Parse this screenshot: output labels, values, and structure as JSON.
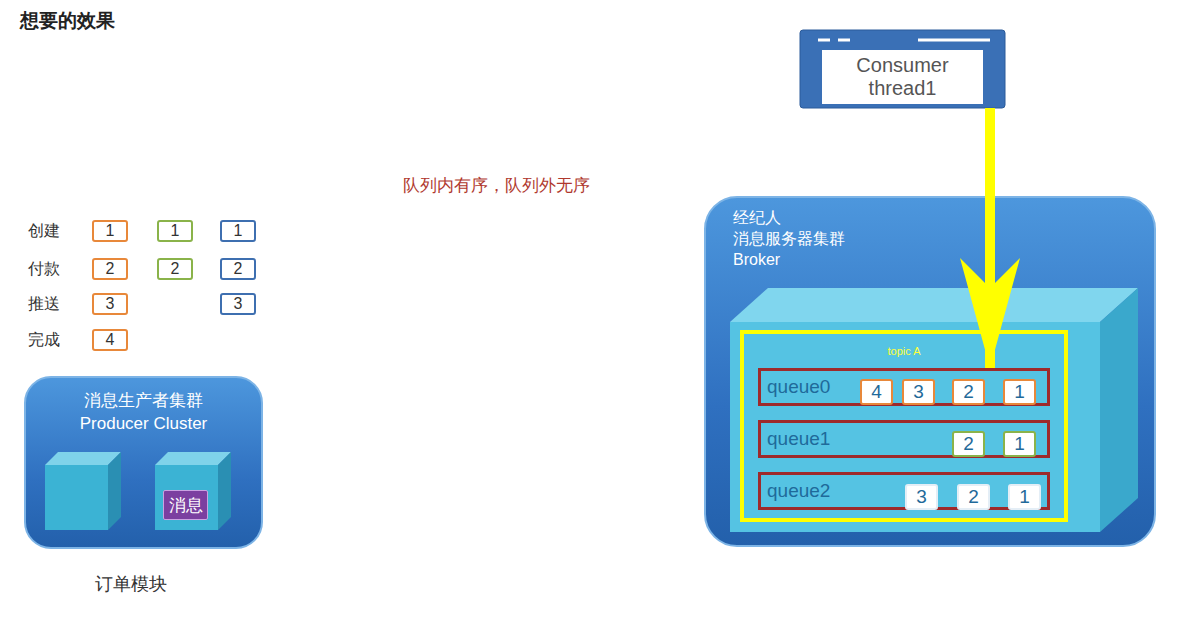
{
  "diagram": {
    "title": "想要的效果",
    "nodes": [
      {
        "text": [
          "1"
        ]
      },
      {
        "text": [
          "1"
        ]
      },
      {
        "text": [
          "1"
        ]
      },
      {
        "text": [
          "2"
        ]
      },
      {
        "text": [
          "2"
        ]
      },
      {
        "text": [
          "2"
        ]
      },
      {
        "text": [
          "3"
        ]
      },
      {
        "text": [
          "3"
        ]
      },
      {
        "text": [
          "4"
        ]
      },
      {
        "text": [
          "消息生产者集群 Producer Cluster"
        ]
      },
      {
        "text": [
          "消息"
        ],
        "in": 9
      },
      {
        "text": [
          "Consumer thread1"
        ]
      },
      {
        "text": [
          "经纪人 消息服务器集群 Broker"
        ]
      },
      {
        "text": [
          "topic A"
        ],
        "in": 12
      },
      {
        "text": [
          "queue0"
        ],
        "in": 13
      },
      {
        "text": [
          "4"
        ],
        "in": 14
      },
      {
        "text": [
          "3"
        ],
        "in": 14
      },
      {
        "text": [
          "2"
        ],
        "in": 14
      },
      {
        "text": [
          "1"
        ],
        "in": 14
      },
      {
        "text": [
          "queue1"
        ],
        "in": 13
      },
      {
        "text": [
          "2"
        ],
        "in": 19
      },
      {
        "text": [
          "1"
        ],
        "in": 19
      },
      {
        "text": [
          "queue2"
        ],
        "in": 13
      },
      {
        "text": [
          "3"
        ],
        "in": 22
      },
      {
        "text": [
          "2"
        ],
        "in": 22
      },
      {
        "text": [
          "1"
        ],
        "in": 22
      }
    ],
    "edges": [
      {
        "from": 11,
        "to": 14,
        "arrow": "to"
      }
    ],
    "labels": [
      "创建",
      "付款",
      "推送",
      "完成",
      "订单模块",
      "队列内有序，队列外无序"
    ]
  }
}
